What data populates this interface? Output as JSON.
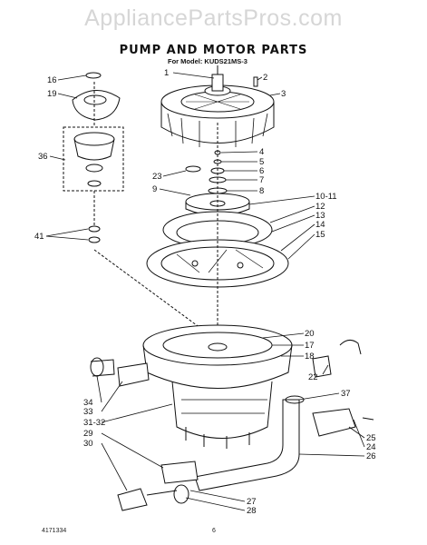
{
  "watermark": "AppliancePartsPros.com",
  "title": "PUMP AND MOTOR PARTS",
  "model": "For Model: KUDS21MS-3",
  "footer": {
    "doc_number": "4171334",
    "page": "6"
  },
  "callouts": {
    "c1": "1",
    "c2": "2",
    "c3": "3",
    "c4": "4",
    "c5": "5",
    "c6": "6",
    "c7": "7",
    "c8": "8",
    "c9": "9",
    "c10_11": "10-11",
    "c12": "12",
    "c13": "13",
    "c14": "14",
    "c15": "15",
    "c16": "16",
    "c17": "17",
    "c18": "18",
    "c19": "19",
    "c20": "20",
    "c22": "22",
    "c23": "23",
    "c24": "24",
    "c25": "25",
    "c26": "26",
    "c27": "27",
    "c28": "28",
    "c29": "29",
    "c30": "30",
    "c31_32": "31-32",
    "c33": "33",
    "c34": "34",
    "c36": "36",
    "c37": "37",
    "c41": "41"
  }
}
